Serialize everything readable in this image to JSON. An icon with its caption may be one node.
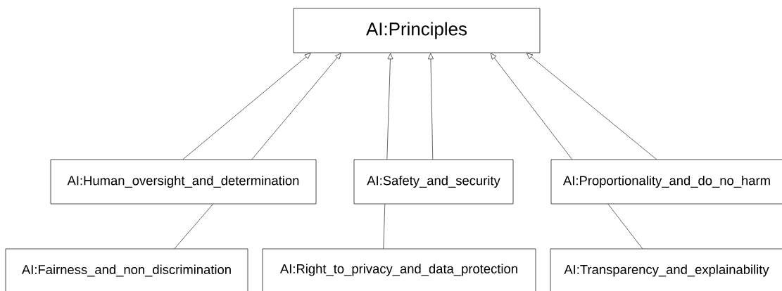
{
  "diagram": {
    "nodes": [
      {
        "text": [
          "AI:Principles"
        ]
      },
      {
        "text": [
          "AI:Human_oversight_and_determination"
        ]
      },
      {
        "text": [
          "AI:Safety_and_security"
        ]
      },
      {
        "text": [
          "AI:Proportionality_and_do_no_harm"
        ]
      },
      {
        "text": [
          "AI:Fairness_and_non_discrimination"
        ]
      },
      {
        "text": [
          "AI:Right_to_privacy_and_data_protection"
        ]
      },
      {
        "text": [
          "AI:Transparency_and_explainability"
        ]
      }
    ],
    "edges": [
      {
        "from": 1,
        "to": 0,
        "arrow": "to"
      },
      {
        "from": 1,
        "to": 0,
        "arrow": "to"
      },
      {
        "from": 2,
        "to": 0,
        "arrow": "to"
      },
      {
        "from": 2,
        "to": 0,
        "arrow": "to"
      },
      {
        "from": 3,
        "to": 0,
        "arrow": "to"
      },
      {
        "from": 3,
        "to": 0,
        "arrow": "to"
      },
      {
        "from": 4,
        "to": 1,
        "arrow": "none"
      },
      {
        "from": 5,
        "to": 2,
        "arrow": "none"
      },
      {
        "from": 6,
        "to": 3,
        "arrow": "none"
      }
    ]
  }
}
